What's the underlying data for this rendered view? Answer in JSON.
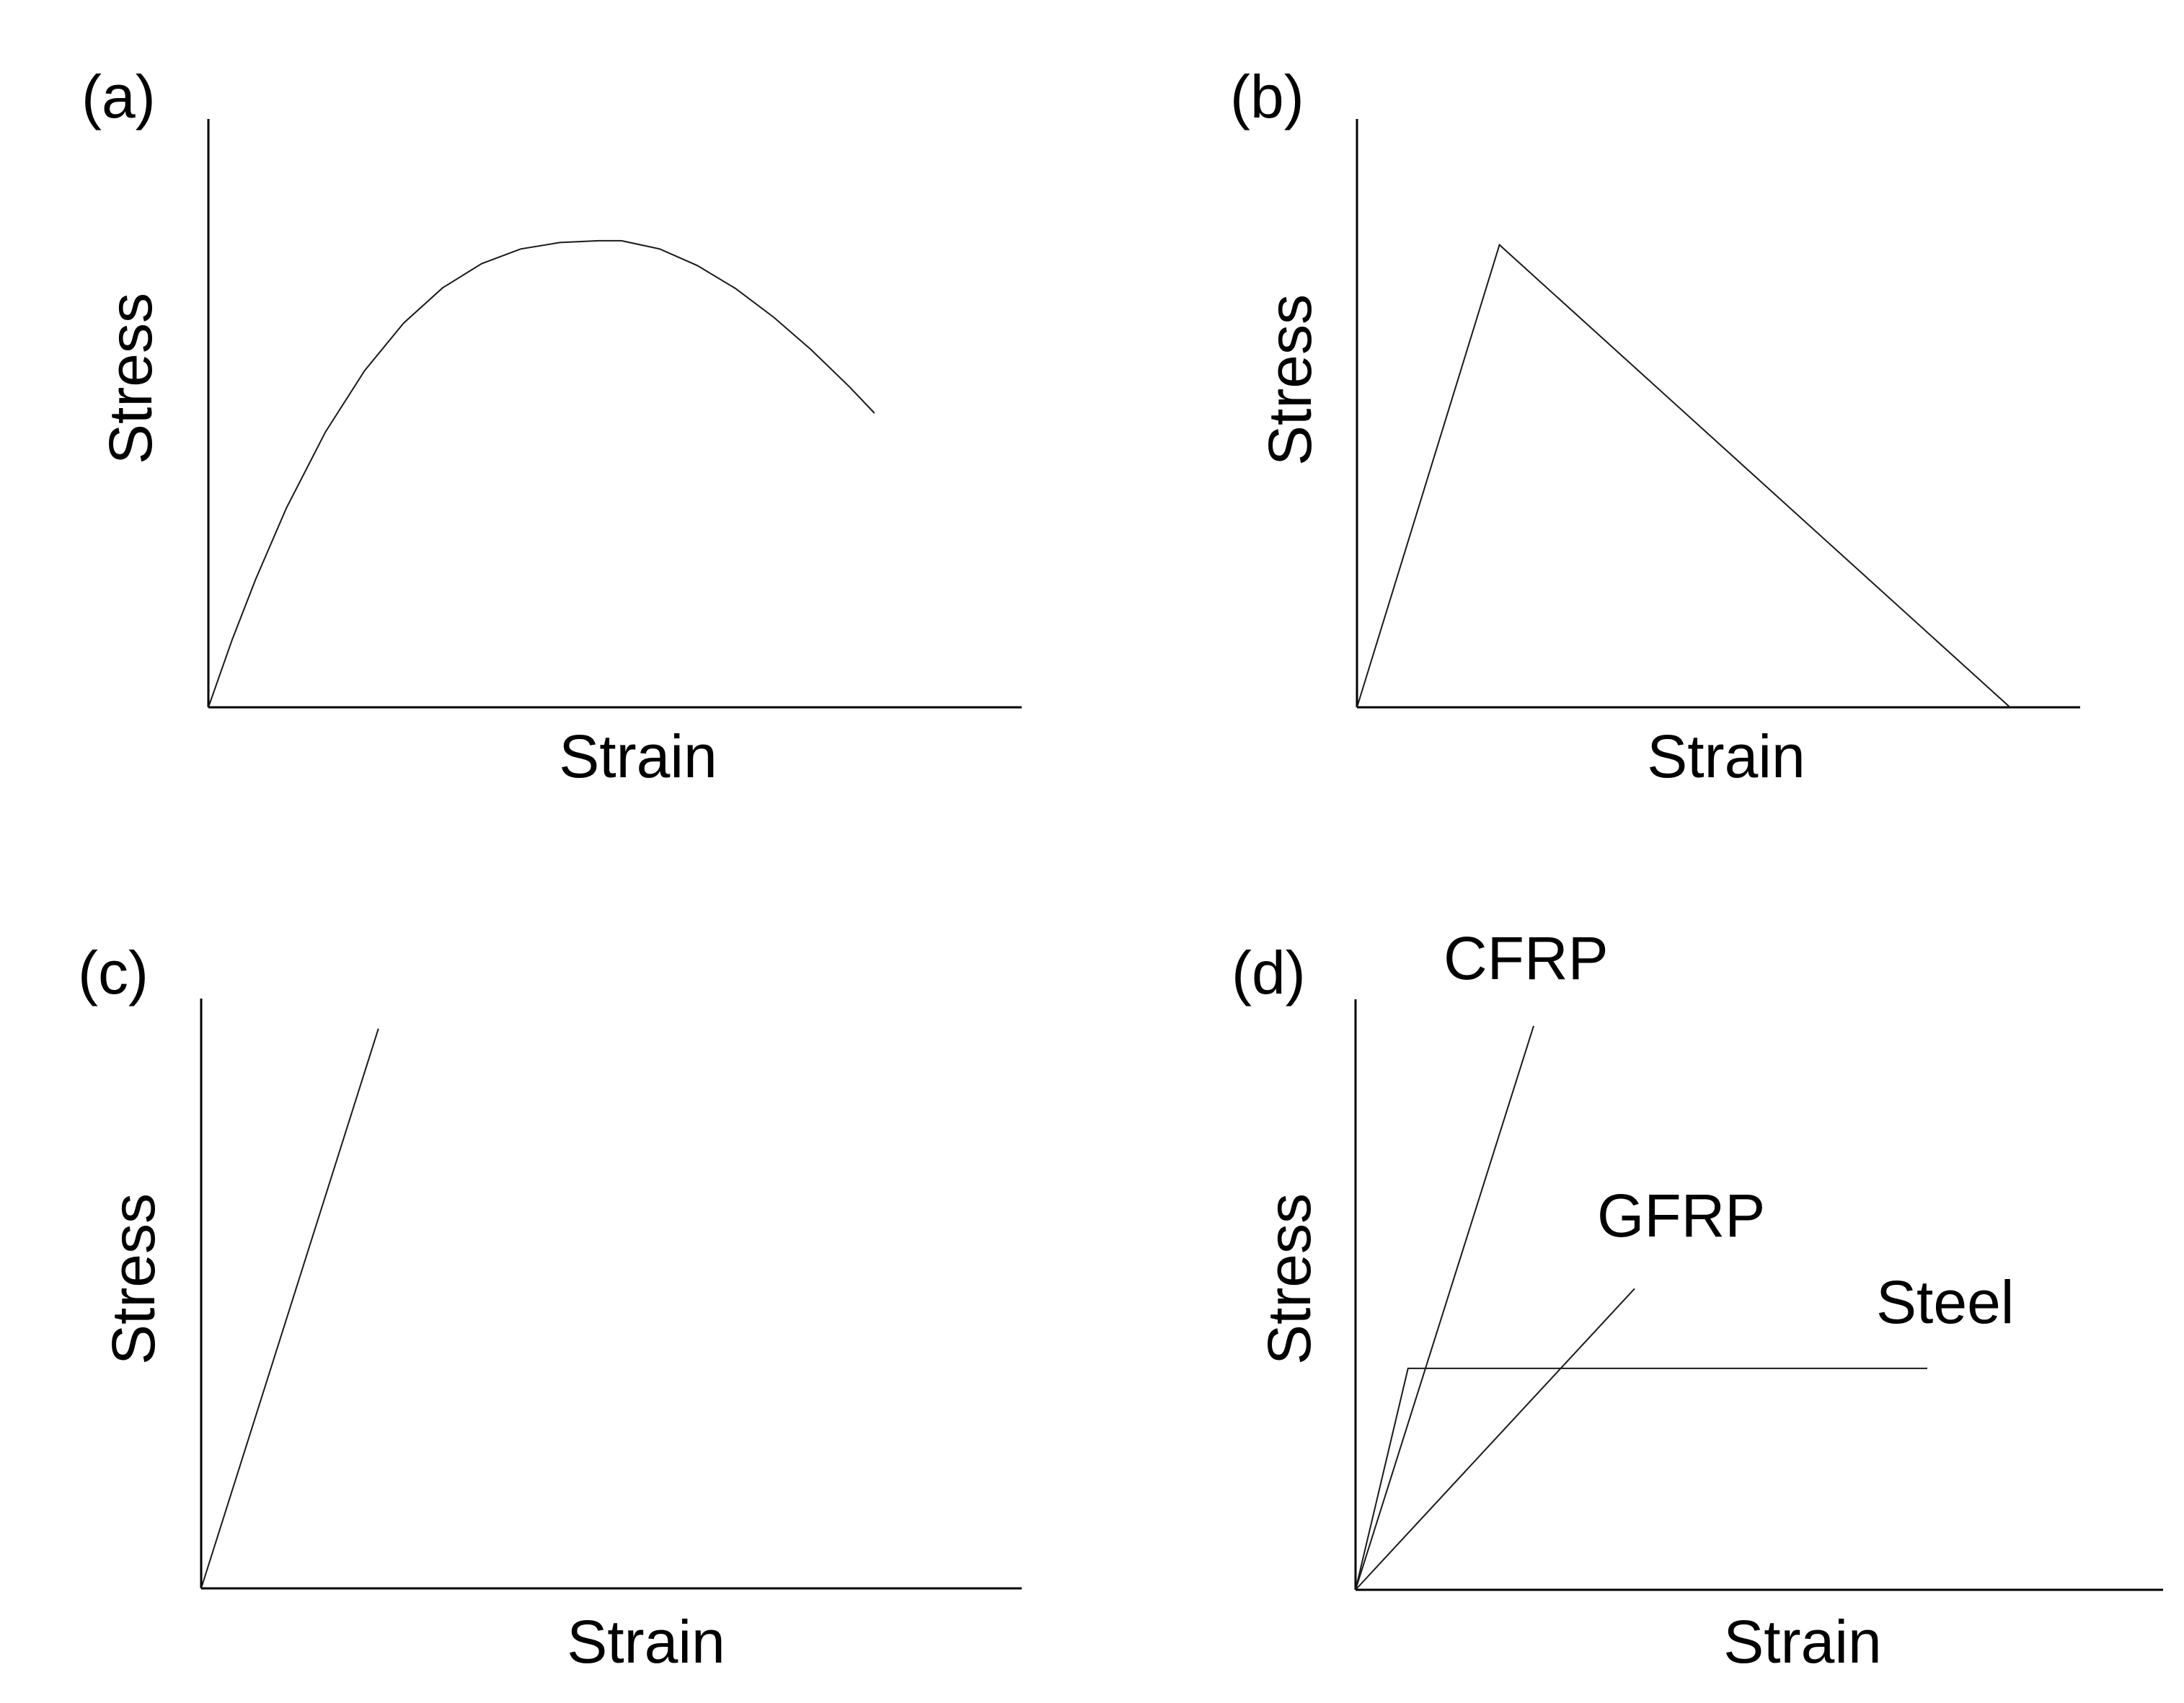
{
  "figure": {
    "background": "#ffffff",
    "axis_color": "#000000",
    "curve_color": "#1a1a1a"
  },
  "chart_data": [
    {
      "id": "a",
      "tag": "(a)",
      "type": "line",
      "xlabel": "Strain",
      "ylabel": "Stress",
      "axis_ticks": "none",
      "x_range": [
        0,
        1
      ],
      "y_range": [
        0,
        1
      ],
      "series": [
        {
          "label": null,
          "x": [
            0,
            0.029,
            0.058,
            0.096,
            0.144,
            0.192,
            0.24,
            0.288,
            0.336,
            0.384,
            0.432,
            0.48,
            0.508,
            0.555,
            0.601,
            0.648,
            0.695,
            0.741,
            0.788,
            0.819
          ],
          "y": [
            0,
            0.114,
            0.217,
            0.339,
            0.468,
            0.572,
            0.653,
            0.713,
            0.754,
            0.779,
            0.79,
            0.793,
            0.793,
            0.779,
            0.751,
            0.712,
            0.663,
            0.608,
            0.545,
            0.5
          ]
        }
      ]
    },
    {
      "id": "b",
      "tag": "(b)",
      "type": "line",
      "xlabel": "Strain",
      "ylabel": "Stress",
      "axis_ticks": "none",
      "x_range": [
        0,
        1
      ],
      "y_range": [
        0,
        1
      ],
      "series": [
        {
          "label": null,
          "x": [
            0,
            0.197,
            0.903
          ],
          "y": [
            0,
            0.786,
            0
          ]
        }
      ]
    },
    {
      "id": "c",
      "tag": "(c)",
      "type": "line",
      "xlabel": "Strain",
      "ylabel": "Stress",
      "axis_ticks": "none",
      "x_range": [
        0,
        1
      ],
      "y_range": [
        0,
        1
      ],
      "series": [
        {
          "label": null,
          "x": [
            0,
            0.216
          ],
          "y": [
            0,
            0.949
          ]
        }
      ]
    },
    {
      "id": "d",
      "tag": "(d)",
      "type": "line",
      "xlabel": "Strain",
      "ylabel": "Stress",
      "axis_ticks": "none",
      "x_range": [
        0,
        1
      ],
      "y_range": [
        0,
        1
      ],
      "series": [
        {
          "label": "CFRP",
          "x": [
            0,
            0.2205
          ],
          "y": [
            0,
            0.955
          ]
        },
        {
          "label": "GFRP",
          "x": [
            0,
            0.3455
          ],
          "y": [
            0,
            0.51
          ]
        },
        {
          "label": "Steel",
          "x": [
            0,
            0.065,
            0.708
          ],
          "y": [
            0,
            0.375,
            0.375
          ]
        }
      ]
    }
  ]
}
